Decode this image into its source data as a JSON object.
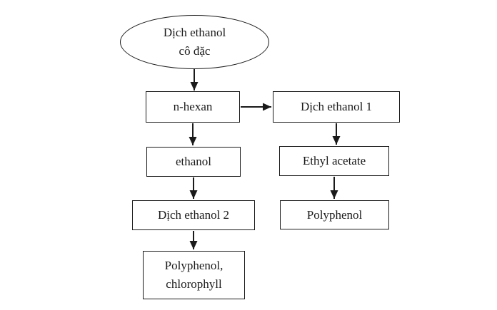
{
  "diagram": {
    "title": "Ethanol extract fractionation flowchart",
    "colors": {
      "background": "#ffffff",
      "line": "#1a1a1a",
      "text": "#1a1a1a"
    },
    "nodes": {
      "source": {
        "shape": "ellipse",
        "line1": "Dịch ethanol",
        "line2": "cô đặc"
      },
      "n_hexan": {
        "shape": "rect",
        "label": "n-hexan"
      },
      "dich_ethanol_1": {
        "shape": "rect",
        "label": "Dịch ethanol 1"
      },
      "ethanol": {
        "shape": "rect",
        "label": "ethanol"
      },
      "ethyl_acetate": {
        "shape": "rect",
        "label": "Ethyl acetate"
      },
      "dich_ethanol_2": {
        "shape": "rect",
        "label": "Dịch ethanol 2"
      },
      "polyphenol": {
        "shape": "rect",
        "label": "Polyphenol"
      },
      "polyphenol_chlorophyll": {
        "shape": "rect",
        "line1": "Polyphenol,",
        "line2": "chlorophyll"
      }
    },
    "edges": [
      {
        "from": "source",
        "to": "n_hexan"
      },
      {
        "from": "n_hexan",
        "to": "dich_ethanol_1"
      },
      {
        "from": "n_hexan",
        "to": "ethanol"
      },
      {
        "from": "ethanol",
        "to": "dich_ethanol_2"
      },
      {
        "from": "dich_ethanol_2",
        "to": "polyphenol_chlorophyll"
      },
      {
        "from": "dich_ethanol_1",
        "to": "ethyl_acetate"
      },
      {
        "from": "ethyl_acetate",
        "to": "polyphenol"
      }
    ]
  }
}
